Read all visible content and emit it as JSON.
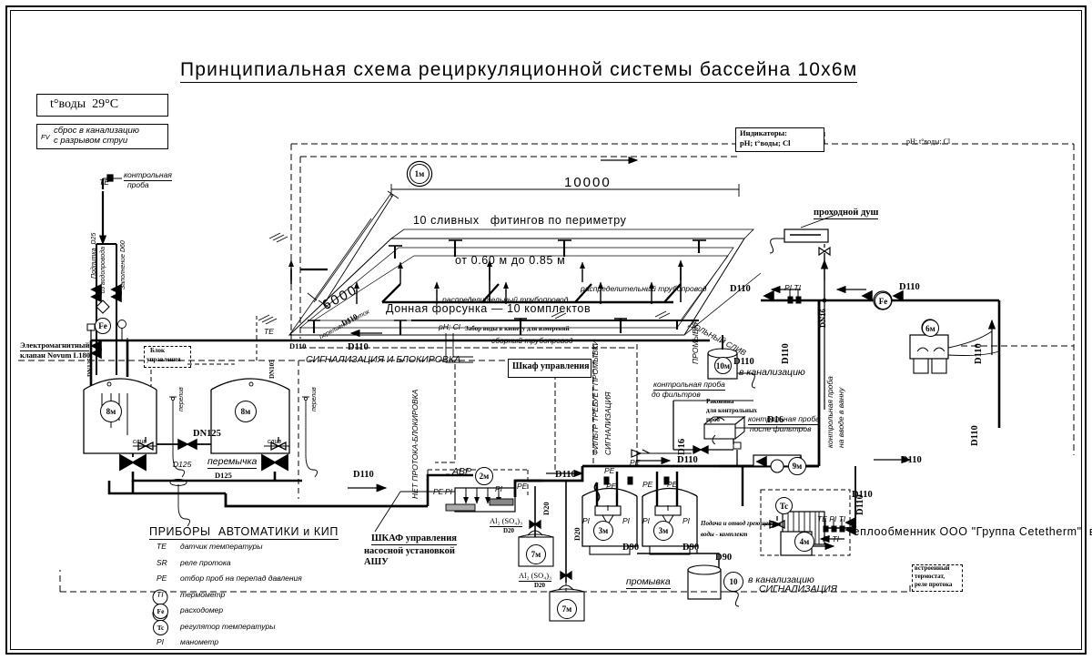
{
  "document": {
    "title": "Принципиальная схема рециркуляционной системы бассейна 10х6м"
  },
  "info_boxes": {
    "water_temp": "t°воды  29°C",
    "drain_note_prefix": "FV",
    "drain_note_line1": "сброс в канализацию",
    "drain_note_line2": "с разрывом струи",
    "indicators_line1": "Индикаторы:",
    "indicators_line2": "pH; t°воды; Cl",
    "control_cabinet": "Шкаф управления",
    "control_block_line1": "Блок",
    "control_block_line2": "управления",
    "builtin_line1": "встроенный",
    "builtin_line2": "термостат,",
    "builtin_line3": "реле протока"
  },
  "pool": {
    "dim_length": "10000",
    "dim_width": "6000",
    "perimeter_fittings": "10 сливных   фитингов по периметру",
    "depth": "от 0.60 м до 0.85 м",
    "bottom_nozzles": "Донная форсунка — 10 комплектов",
    "distribution_pipe_1": "распределительный трубопровод",
    "distribution_pipe_2": "распределительный трубопровод",
    "collector_pipe": "сборный трубопровод",
    "sample_intake": "Забор воды в кювету для измерений",
    "ph_cl": "pH; Cl",
    "overflow_ladder": "переливной лоток",
    "slope": "D110",
    "long_drain": "ДОЛЬНЫЙ СЛИВ",
    "flush_label": "ПРОМЫВКА"
  },
  "pipe_labels": {
    "d110": "D110",
    "d125": "D125",
    "dn125": "DN125",
    "dn105": "DN105",
    "d90": "D90",
    "d16": "D16",
    "dn16": "DN16",
    "d20": "D20",
    "bridge": "перемычка"
  },
  "annotations": {
    "control_sample": "контрольная\nпроба",
    "makeup_line1": "Подпитка  D25",
    "makeup_line2": "из водопровода",
    "fill_line": "Заполнение D60",
    "solenoid_line1": "Электромагнитный",
    "solenoid_line2": "клапан Novum L180",
    "signal_block": "СИГНАЛИЗАЦИЯ И БЛОКИРОВКА",
    "no_flow_block": "НЕТ ПРОТОКА-БЛОКИРОВКА",
    "filter_needs_flush": "ФИЛЬТР ТРЕБУЕТ ПРОМЫВКИ",
    "signalisation": "СИГНАЛИЗАЦИЯ",
    "signalisation_bottom": "СИГНАЛИЗАЦИЯ",
    "sample_before_filters": "контрольная проба\nдо фильтров",
    "sample_after_filters": "контрольная проба\nпосле фильтров",
    "sample_inlet_bath": "контрольная проба\nна вводе в ванну",
    "sink_line1": "Раковина",
    "sink_line2": "для контрольных",
    "sink_line3": "проб",
    "pass_shower": "проходной душ",
    "to_sewer_1": "в канализацию",
    "to_sewer_2": "в канализацию",
    "flush": "промывка",
    "heat_exchanger": "Теплообменник ООО \"Группа Cetetherm\"  в обвязке",
    "hx_supply_line1": "Подача и отвод греющей",
    "hx_supply_line2": "воды - комплект",
    "pump_cabinet_line1": "ШКАФ управления",
    "pump_cabinet_line2": "насосной установкой",
    "pump_cabinet_line3": "АШУ",
    "avr": "АВР",
    "coagulant": "Al₂ (SO₄)₃",
    "drain": "слив",
    "drain2": "слив",
    "pump_overflow": "перелив"
  },
  "instrument_tags": {
    "te": "TE",
    "sr": "SR",
    "pe": "PE",
    "ti": "TI",
    "pi": "PI",
    "fe": "Fe",
    "tc": "Tc",
    "pi_ti": "PI TI",
    "te_pi_ti": "TE PI TI"
  },
  "equipment_numbers": {
    "n1": "1м",
    "n2": "2м",
    "n3a": "3м",
    "n3b": "3м",
    "n4": "4м",
    "n6": "6м",
    "n7a": "7м",
    "n7b": "7м",
    "n8a": "8м",
    "n8b": "8м",
    "n9": "9м",
    "n10a": "10м",
    "n10b": "10"
  },
  "legend": {
    "title": "ПРИБОРЫ  АВТОМАТИКИ и КИП",
    "items": [
      {
        "tag": "TE",
        "desc": "датчик температуры",
        "circled": false
      },
      {
        "tag": "SR",
        "desc": "реле протока",
        "circled": false
      },
      {
        "tag": "PE",
        "desc": "отбор проб на перепад давления",
        "circled": false
      },
      {
        "tag": "TI",
        "desc": "термометр",
        "circled": false
      },
      {
        "tag": "Fe",
        "desc": "расходомер",
        "circled": true
      },
      {
        "tag": "Tc",
        "desc": "регулятор температуры",
        "circled": true
      },
      {
        "tag": "PI",
        "desc": "манометр",
        "circled": false
      }
    ]
  },
  "colors": {
    "line": "#000000",
    "background": "#ffffff"
  }
}
